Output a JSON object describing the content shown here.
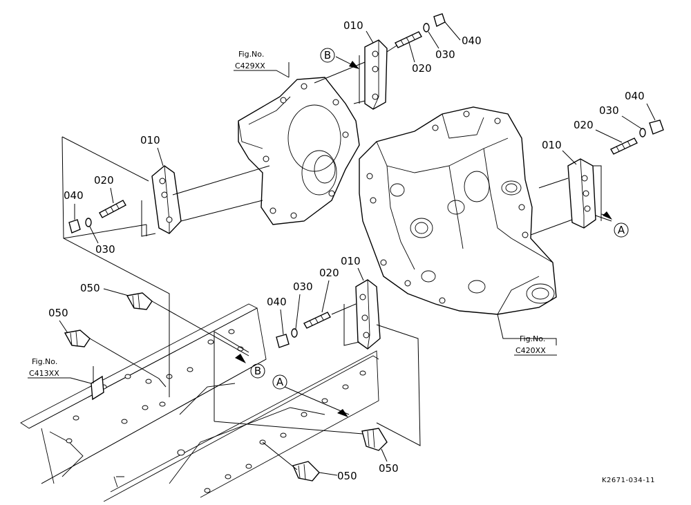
{
  "figure_refs": {
    "top": {
      "line1": "Fig.No.",
      "line2": "C429XX"
    },
    "right": {
      "line1": "Fig.No.",
      "line2": "C420XX"
    },
    "left": {
      "line1": "Fig.No.",
      "line2": "C413XX"
    }
  },
  "markers": {
    "a": "A",
    "b": "B"
  },
  "callouts": {
    "top_010": "010",
    "top_020": "020",
    "top_030": "030",
    "top_040": "040",
    "right_010": "010",
    "right_020": "020",
    "right_030": "030",
    "right_040": "040",
    "left_010": "010",
    "left_020": "020",
    "left_030": "030",
    "left_040": "040",
    "mid_010": "010",
    "mid_020": "020",
    "mid_030": "030",
    "mid_040": "040",
    "bolt_050_a": "050",
    "bolt_050_b": "050",
    "bolt_050_c": "050",
    "bolt_050_d": "050"
  },
  "diagram_code": "K2671-034-11"
}
